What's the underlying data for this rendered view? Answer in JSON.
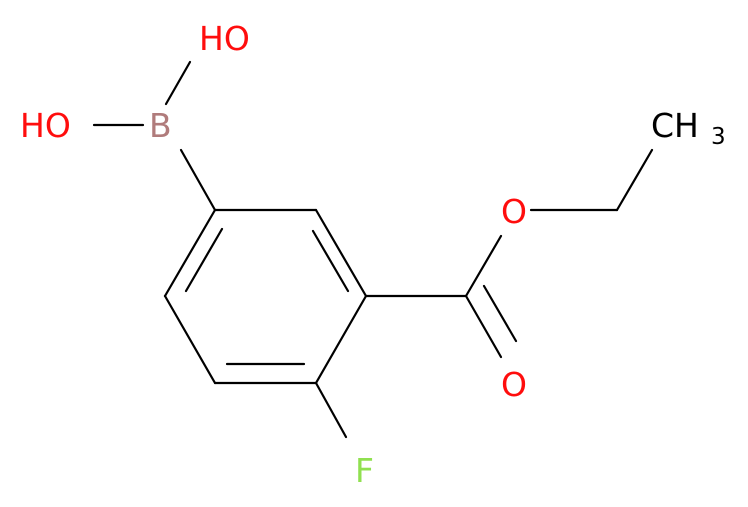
{
  "molecule": {
    "atoms": {
      "oh_top": {
        "text": "HO",
        "color": "#ff0d0d"
      },
      "oh_left": {
        "text": "HO",
        "color": "#ff0d0d"
      },
      "boron": {
        "text": "B",
        "color": "#b07b7b"
      },
      "ch3_main": {
        "text": "CH",
        "color": "#000000"
      },
      "ch3_sub": {
        "text": "3",
        "color": "#000000"
      },
      "ester_o": {
        "text": "O",
        "color": "#ff0d0d"
      },
      "carbonyl_o": {
        "text": "O",
        "color": "#ff0d0d"
      },
      "fluorine": {
        "text": "F",
        "color": "#90e050"
      }
    }
  }
}
